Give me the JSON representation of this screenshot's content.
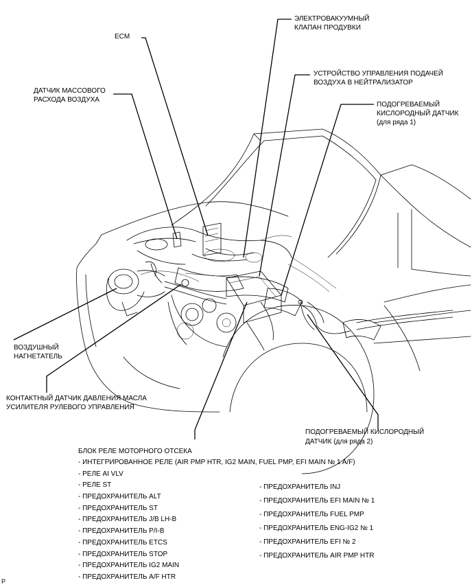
{
  "labels": {
    "ecm": "ECM",
    "vsv_line1": "ЭЛЕКТРОВАКУУМНЫЙ",
    "vsv_line2": "КЛАПАН ПРОДУВКИ",
    "air_ctrl_line1": "УСТРОЙСТВО УПРАВЛЕНИЯ ПОДАЧЕЙ",
    "air_ctrl_line2": "ВОЗДУХА В НЕЙТРАЛИЗАТОР",
    "maf_line1": "ДАТЧИК МАССОВОГО",
    "maf_line2": "РАСХОДА ВОЗДУХА",
    "o2_b1_line1": "ПОДОГРЕВАЕМЫЙ",
    "o2_b1_line2": "КИСЛОРОДНЫЙ ДАТЧИК",
    "o2_b1_line3": "(для ряда 1)",
    "air_pump_line1": "ВОЗДУШНЫЙ",
    "air_pump_line2": "НАГНЕТАТЕЛЬ",
    "ps_line1": "КОНТАКТНЫЙ ДАТЧИК ДАВЛЕНИЯ МАСЛА",
    "ps_line2": "УСИЛИТЕЛЯ РУЛЕВОГО УПРАВЛЕНИЯ",
    "o2_b2_line1": "ПОДОГРЕВАЕМЫЙ КИСЛОРОДНЫЙ",
    "o2_b2_line2": "ДАТЧИК (для ряда 2)",
    "relay_block_title": "БЛОК РЕЛЕ МОТОРНОГО ОТСЕКА",
    "corner_mark": "P"
  },
  "relay_block_left": [
    "- ИНТЕГРИРОВАННОЕ РЕЛЕ (AIR PMP HTR, IG2 MAIN, FUEL PMP, EFI MAIN № 1 A/F)",
    "- РЕЛЕ AI VLV",
    "- РЕЛЕ ST",
    "- ПРЕДОХРАНИТЕЛЬ ALT",
    "- ПРЕДОХРАНИТЕЛЬ ST",
    "- ПРЕДОХРАНИТЕЛЬ J/B LH-B",
    "- ПРЕДОХРАНИТЕЛЬ P/I-B",
    "- ПРЕДОХРАНИТЕЛЬ ETCS",
    "- ПРЕДОХРАНИТЕЛЬ STOP",
    "- ПРЕДОХРАНИТЕЛЬ IG2 MAIN",
    "- ПРЕДОХРАНИТЕЛЬ A/F HTR"
  ],
  "relay_block_right": [
    "- ПРЕДОХРАНИТЕЛЬ INJ",
    "- ПРЕДОХРАНИТЕЛЬ EFI MAIN № 1",
    "- ПРЕДОХРАНИТЕЛЬ FUEL PMP",
    "- ПРЕДОХРАНИТЕЛЬ ENG-IG2 № 1",
    "- ПРЕДОХРАНИТЕЛЬ EFI № 2",
    "- ПРЕДОХРАНИТЕЛЬ AIR PMP HTR"
  ]
}
